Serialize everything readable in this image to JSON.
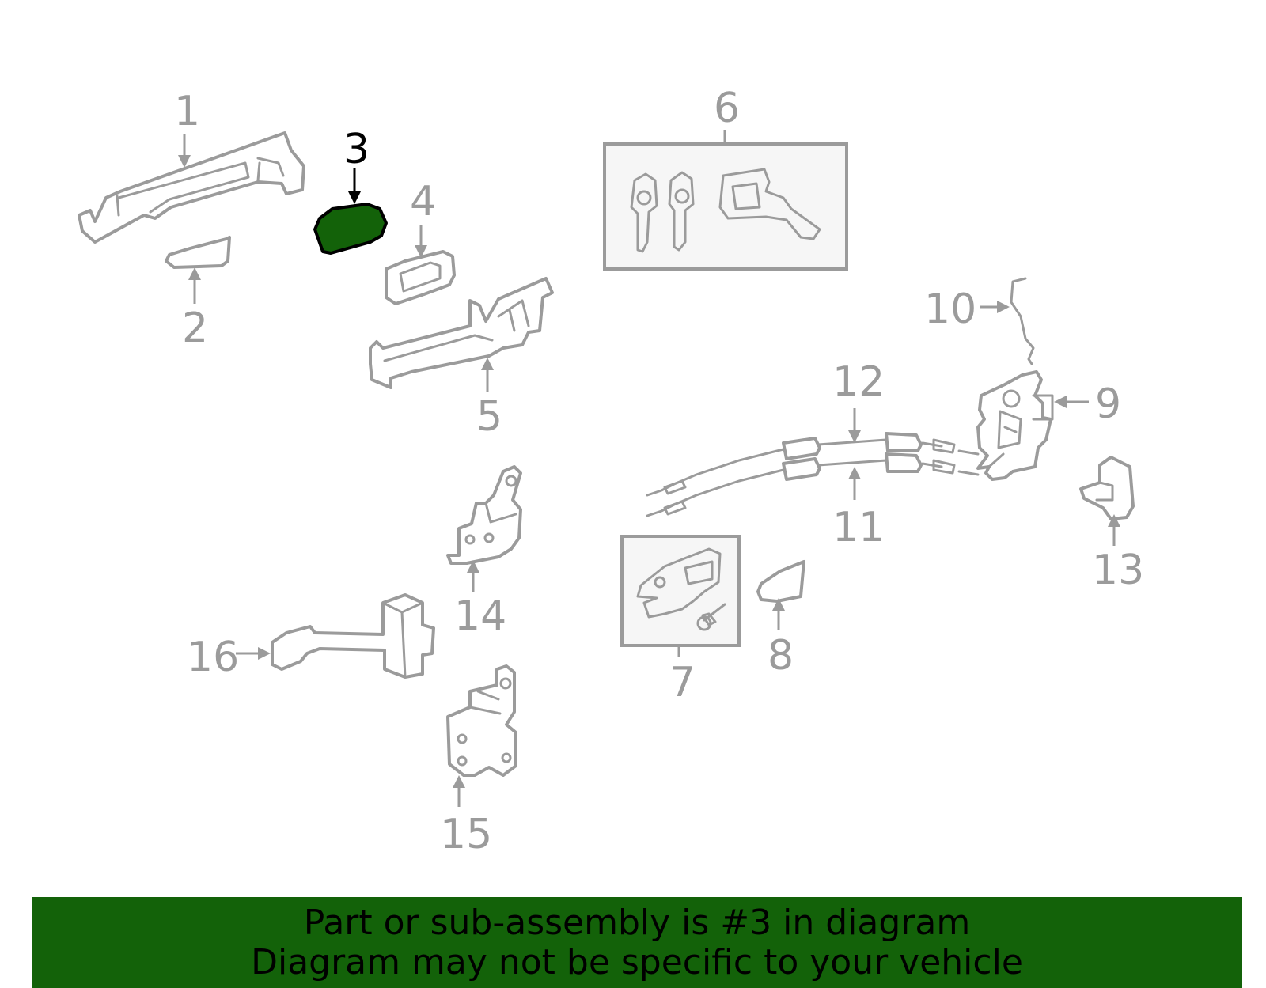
{
  "diagram": {
    "highlight_color": "#136209",
    "highlighted_part": "3",
    "labels": {
      "p1": "1",
      "p2": "2",
      "p3": "3",
      "p4": "4",
      "p5": "5",
      "p6": "6",
      "p7": "7",
      "p8": "8",
      "p9": "9",
      "p10": "10",
      "p11": "11",
      "p12": "12",
      "p13": "13",
      "p14": "14",
      "p15": "15",
      "p16": "16"
    }
  },
  "banner": {
    "line1": "Part or sub-assembly is #3 in diagram",
    "line2": "Diagram may not be specific to your vehicle",
    "background": "#136209"
  }
}
